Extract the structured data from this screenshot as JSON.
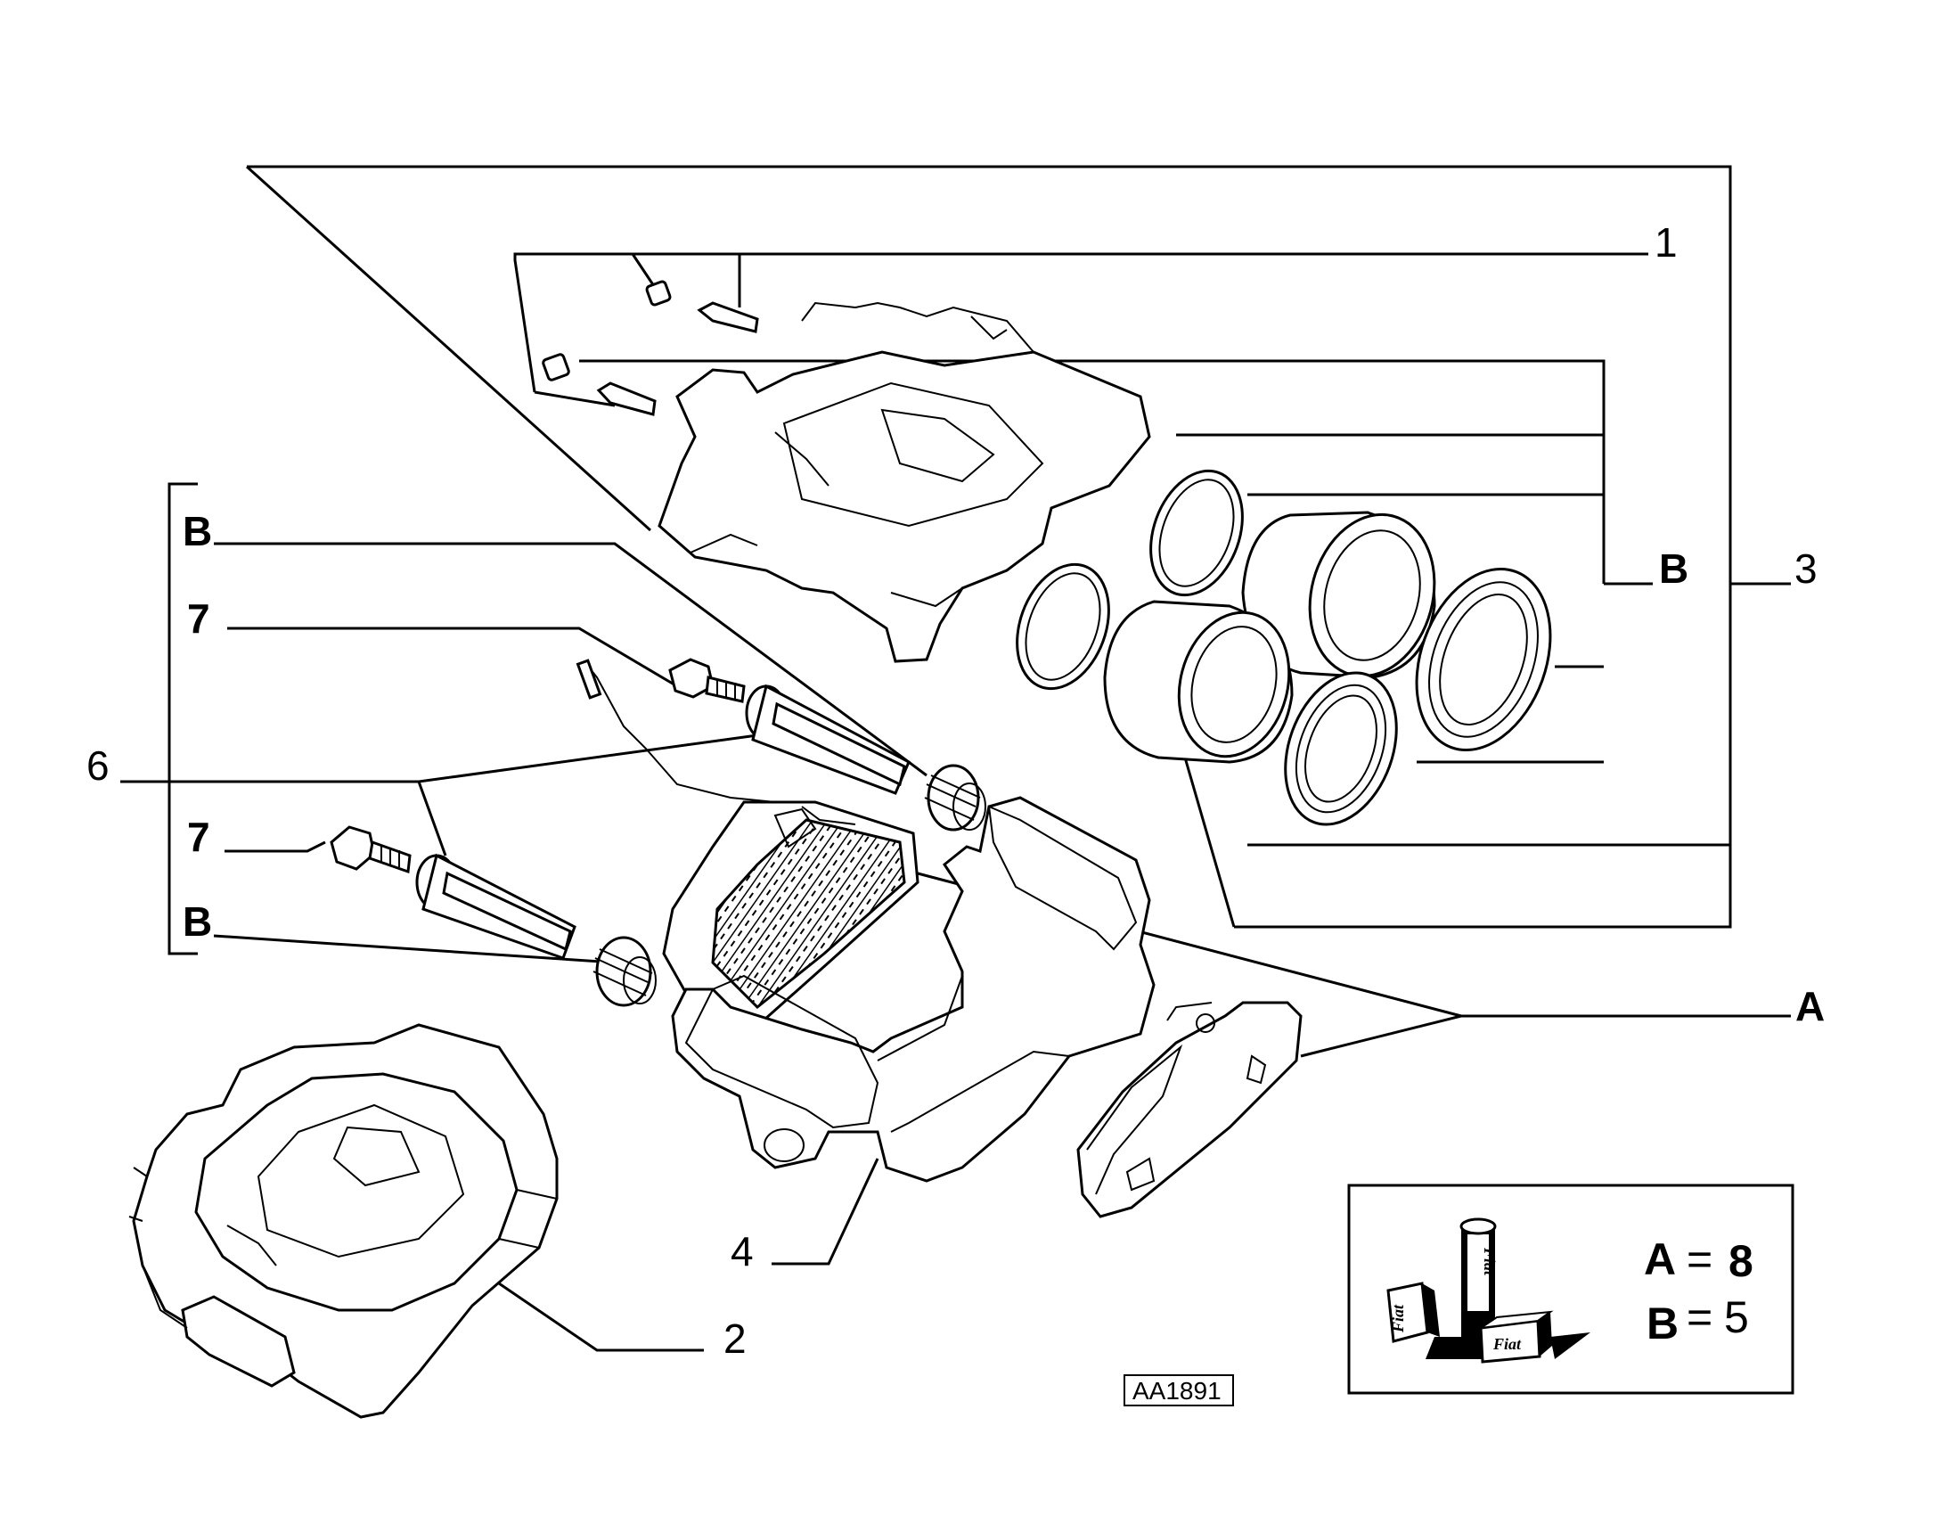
{
  "diagram": {
    "callouts": {
      "c1": "1",
      "c2": "2",
      "c3": "3",
      "c4": "4",
      "c6": "6",
      "c7a": "7",
      "c7b": "7",
      "cA": "A",
      "cB1": "B",
      "cB2": "B",
      "cB3": "B"
    },
    "legend": {
      "a_letter": "A",
      "a_value": "8",
      "b_letter": "B",
      "b_value": "5",
      "brand_1": "Fiat",
      "brand_2": "Fiat",
      "brand_3": "Fiat"
    },
    "reference_code": "AA1891"
  }
}
